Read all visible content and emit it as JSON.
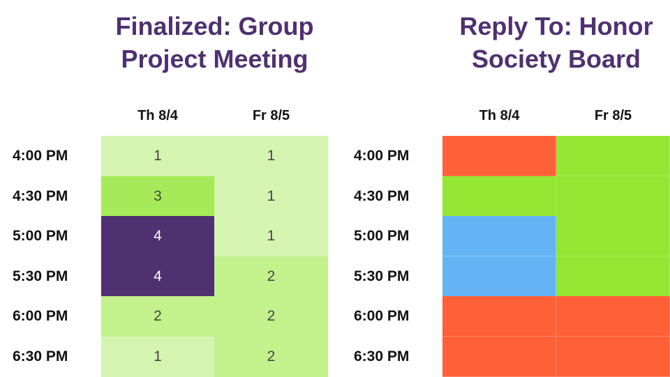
{
  "colors": {
    "title": "#4f3070",
    "count_1": "#d4f5b0",
    "count_2": "#c3f18c",
    "count_3": "#a7ea59",
    "count_4": "#4f3070",
    "unavailable": "#ff6038",
    "available": "#93e632",
    "if_needed": "#64b4f5"
  },
  "finalized": {
    "title_line1": "Finalized: Group",
    "title_line2": "Project Meeting",
    "days": [
      "Th 8/4",
      "Fr 8/5"
    ],
    "times": [
      "4:00 PM",
      "4:30 PM",
      "5:00 PM",
      "5:30 PM",
      "6:00 PM",
      "6:30 PM"
    ],
    "counts": [
      [
        1,
        1
      ],
      [
        3,
        1
      ],
      [
        4,
        1
      ],
      [
        4,
        2
      ],
      [
        2,
        2
      ],
      [
        1,
        2
      ]
    ]
  },
  "reply": {
    "title_line1": "Reply To: Honor",
    "title_line2": "Society Board",
    "days": [
      "Th 8/4",
      "Fr 8/5"
    ],
    "times": [
      "4:00 PM",
      "4:30 PM",
      "5:00 PM",
      "5:30 PM",
      "6:00 PM",
      "6:30 PM"
    ],
    "status": [
      [
        "unavailable",
        "available"
      ],
      [
        "available",
        "available"
      ],
      [
        "if_needed",
        "available"
      ],
      [
        "if_needed",
        "available"
      ],
      [
        "unavailable",
        "unavailable"
      ],
      [
        "unavailable",
        "unavailable"
      ]
    ]
  }
}
